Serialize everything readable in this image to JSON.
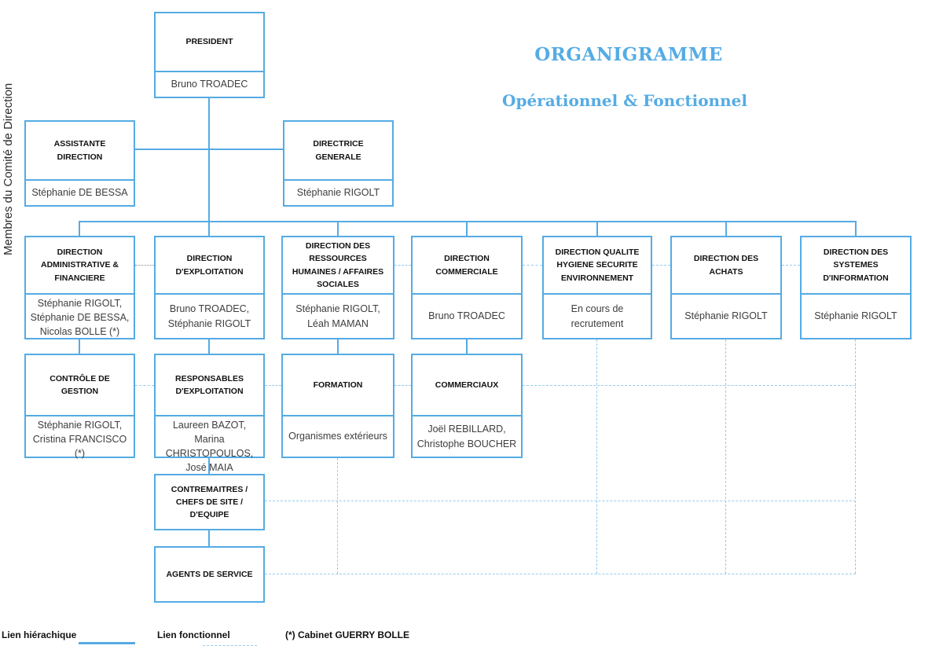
{
  "page": {
    "title_line1": "ORGANIGRAMME",
    "title_line2": "Opérationnel & Fonctionnel",
    "side_label": "Membres du Comité de Direction"
  },
  "colors": {
    "accent_blue": "#55abe4",
    "dotted_link_blue": "#97cbee",
    "dotted_link_gray": "#8a8a8a",
    "title_blue": "#55ace4"
  },
  "legend": {
    "hierarchical_label": "Lien hiérachique",
    "functional_label": "Lien fonctionnel",
    "note": "(*) Cabinet GUERRY BOLLE"
  },
  "boxes": {
    "president": {
      "title": "PRESIDENT",
      "name": "Bruno TROADEC"
    },
    "assistante_direction": {
      "title": "ASSISTANTE DIRECTION",
      "name": "Stéphanie DE BESSA"
    },
    "directrice_generale": {
      "title": "DIRECTRICE GENERALE",
      "name": "Stéphanie RIGOLT"
    },
    "dir_admin_fin": {
      "title": "DIRECTION ADMINISTRATIVE & FINANCIERE",
      "name": "Stéphanie RIGOLT, Stéphanie DE BESSA, Nicolas BOLLE (*)"
    },
    "dir_exploitation": {
      "title": "DIRECTION D'EXPLOITATION",
      "name": "Bruno TROADEC, Stéphanie RIGOLT"
    },
    "dir_rh": {
      "title": "DIRECTION DES RESSOURCES HUMAINES / AFFAIRES SOCIALES",
      "name": "Stéphanie RIGOLT, Léah MAMAN"
    },
    "dir_commerciale": {
      "title": "DIRECTION COMMERCIALE",
      "name": "Bruno TROADEC"
    },
    "dir_qhse": {
      "title": "DIRECTION QUALITE HYGIENE SECURITE ENVIRONNEMENT",
      "name": "En cours de recrutement"
    },
    "dir_achats": {
      "title": "DIRECTION DES ACHATS",
      "name": "Stéphanie RIGOLT"
    },
    "dir_si": {
      "title": "DIRECTION DES SYSTEMES D'INFORMATION",
      "name": "Stéphanie RIGOLT"
    },
    "controle_gestion": {
      "title": "CONTRÔLE DE GESTION",
      "name": "Stéphanie RIGOLT, Cristina FRANCISCO  (*)"
    },
    "resp_exploitation": {
      "title": "RESPONSABLES D'EXPLOITATION",
      "name": "Laureen BAZOT, Marina CHRISTOPOULOS, José MAIA"
    },
    "formation": {
      "title": "FORMATION",
      "name": "Organismes extérieurs"
    },
    "commerciaux": {
      "title": "COMMERCIAUX",
      "name": "Joël REBILLARD, Christophe BOUCHER"
    },
    "contremaitres": {
      "title": "CONTREMAITRES / CHEFS DE SITE / D'EQUIPE"
    },
    "agents_service": {
      "title": "AGENTS DE SERVICE"
    }
  }
}
